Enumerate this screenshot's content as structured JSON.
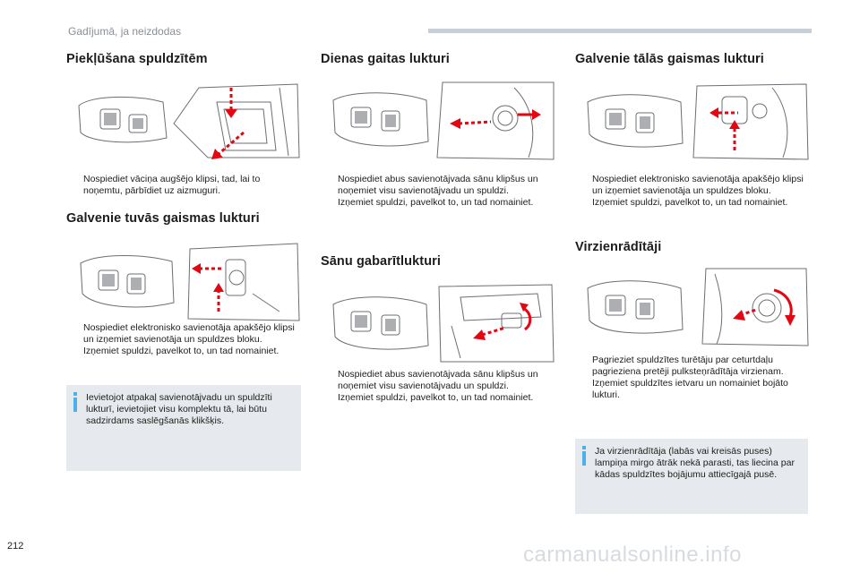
{
  "header": {
    "section": "Gadījumā, ja neizdodas"
  },
  "page_number": "212",
  "watermark": "carmanualsonline.info",
  "marker_glyph": "",
  "sections": {
    "access": {
      "title": "Piekļūšana spuldzītēm",
      "items": [
        "Nospiediet vāciņa augšējo klipsi, tad, lai to noņemtu, pārbīdiet uz aizmuguri."
      ]
    },
    "low_beam": {
      "title": "Galvenie tuvās gaismas lukturi",
      "items": [
        "Nospiediet elektronisko savienotāja apakšējo klipsi un izņemiet savienotāja un spuldzes bloku.",
        "Izņemiet spuldzi, pavelkot to, un tad nomainiet."
      ],
      "note": "Ievietojot atpakaļ savienotājvadu un spuldzīti lukturī, ievietojiet visu komplektu tā, lai būtu sadzirdams saslēgšanās klikšķis."
    },
    "daytime": {
      "title": "Dienas gaitas lukturi",
      "items": [
        "Nospiediet abus savienotājvada sānu klipšus un noņemiet visu savienotājvadu un spuldzi.",
        "Izņemiet spuldzi, pavelkot to, un tad nomainiet."
      ]
    },
    "side": {
      "title": "Sānu gabarītlukturi",
      "items": [
        "Nospiediet abus savienotājvada sānu klipšus un noņemiet visu savienotājvadu un spuldzi.",
        "Izņemiet spuldzi, pavelkot to, un tad nomainiet."
      ]
    },
    "high_beam": {
      "title": "Galvenie tālās gaismas lukturi",
      "items": [
        "Nospiediet elektronisko savienotāja apakšējo klipsi un izņemiet savienotāja un spuldzes bloku.",
        "Izņemiet spuldzi, pavelkot to, un tad nomainiet."
      ]
    },
    "indicators": {
      "title": "Virzienrādītāji",
      "items": [
        "Pagrieziet spuldzītes turētāju par ceturtdaļu pagrieziena pretēji pulksteņrādītāja virzienam.",
        "Izņemiet spuldzītes ietvaru un nomainiet bojāto lukturi."
      ],
      "note": "Ja virzienrādītāja (labās vai kreisās puses) lampiņa mirgo ātrāk nekā parasti, tas liecina par kādas spuldzītes bojājumu attiecīgajā pusē."
    }
  },
  "colors": {
    "arrow": "#e30613",
    "note_bg": "#e6e9ed",
    "info_icon": "#4db0e8",
    "line_art": "#6b6f73"
  }
}
